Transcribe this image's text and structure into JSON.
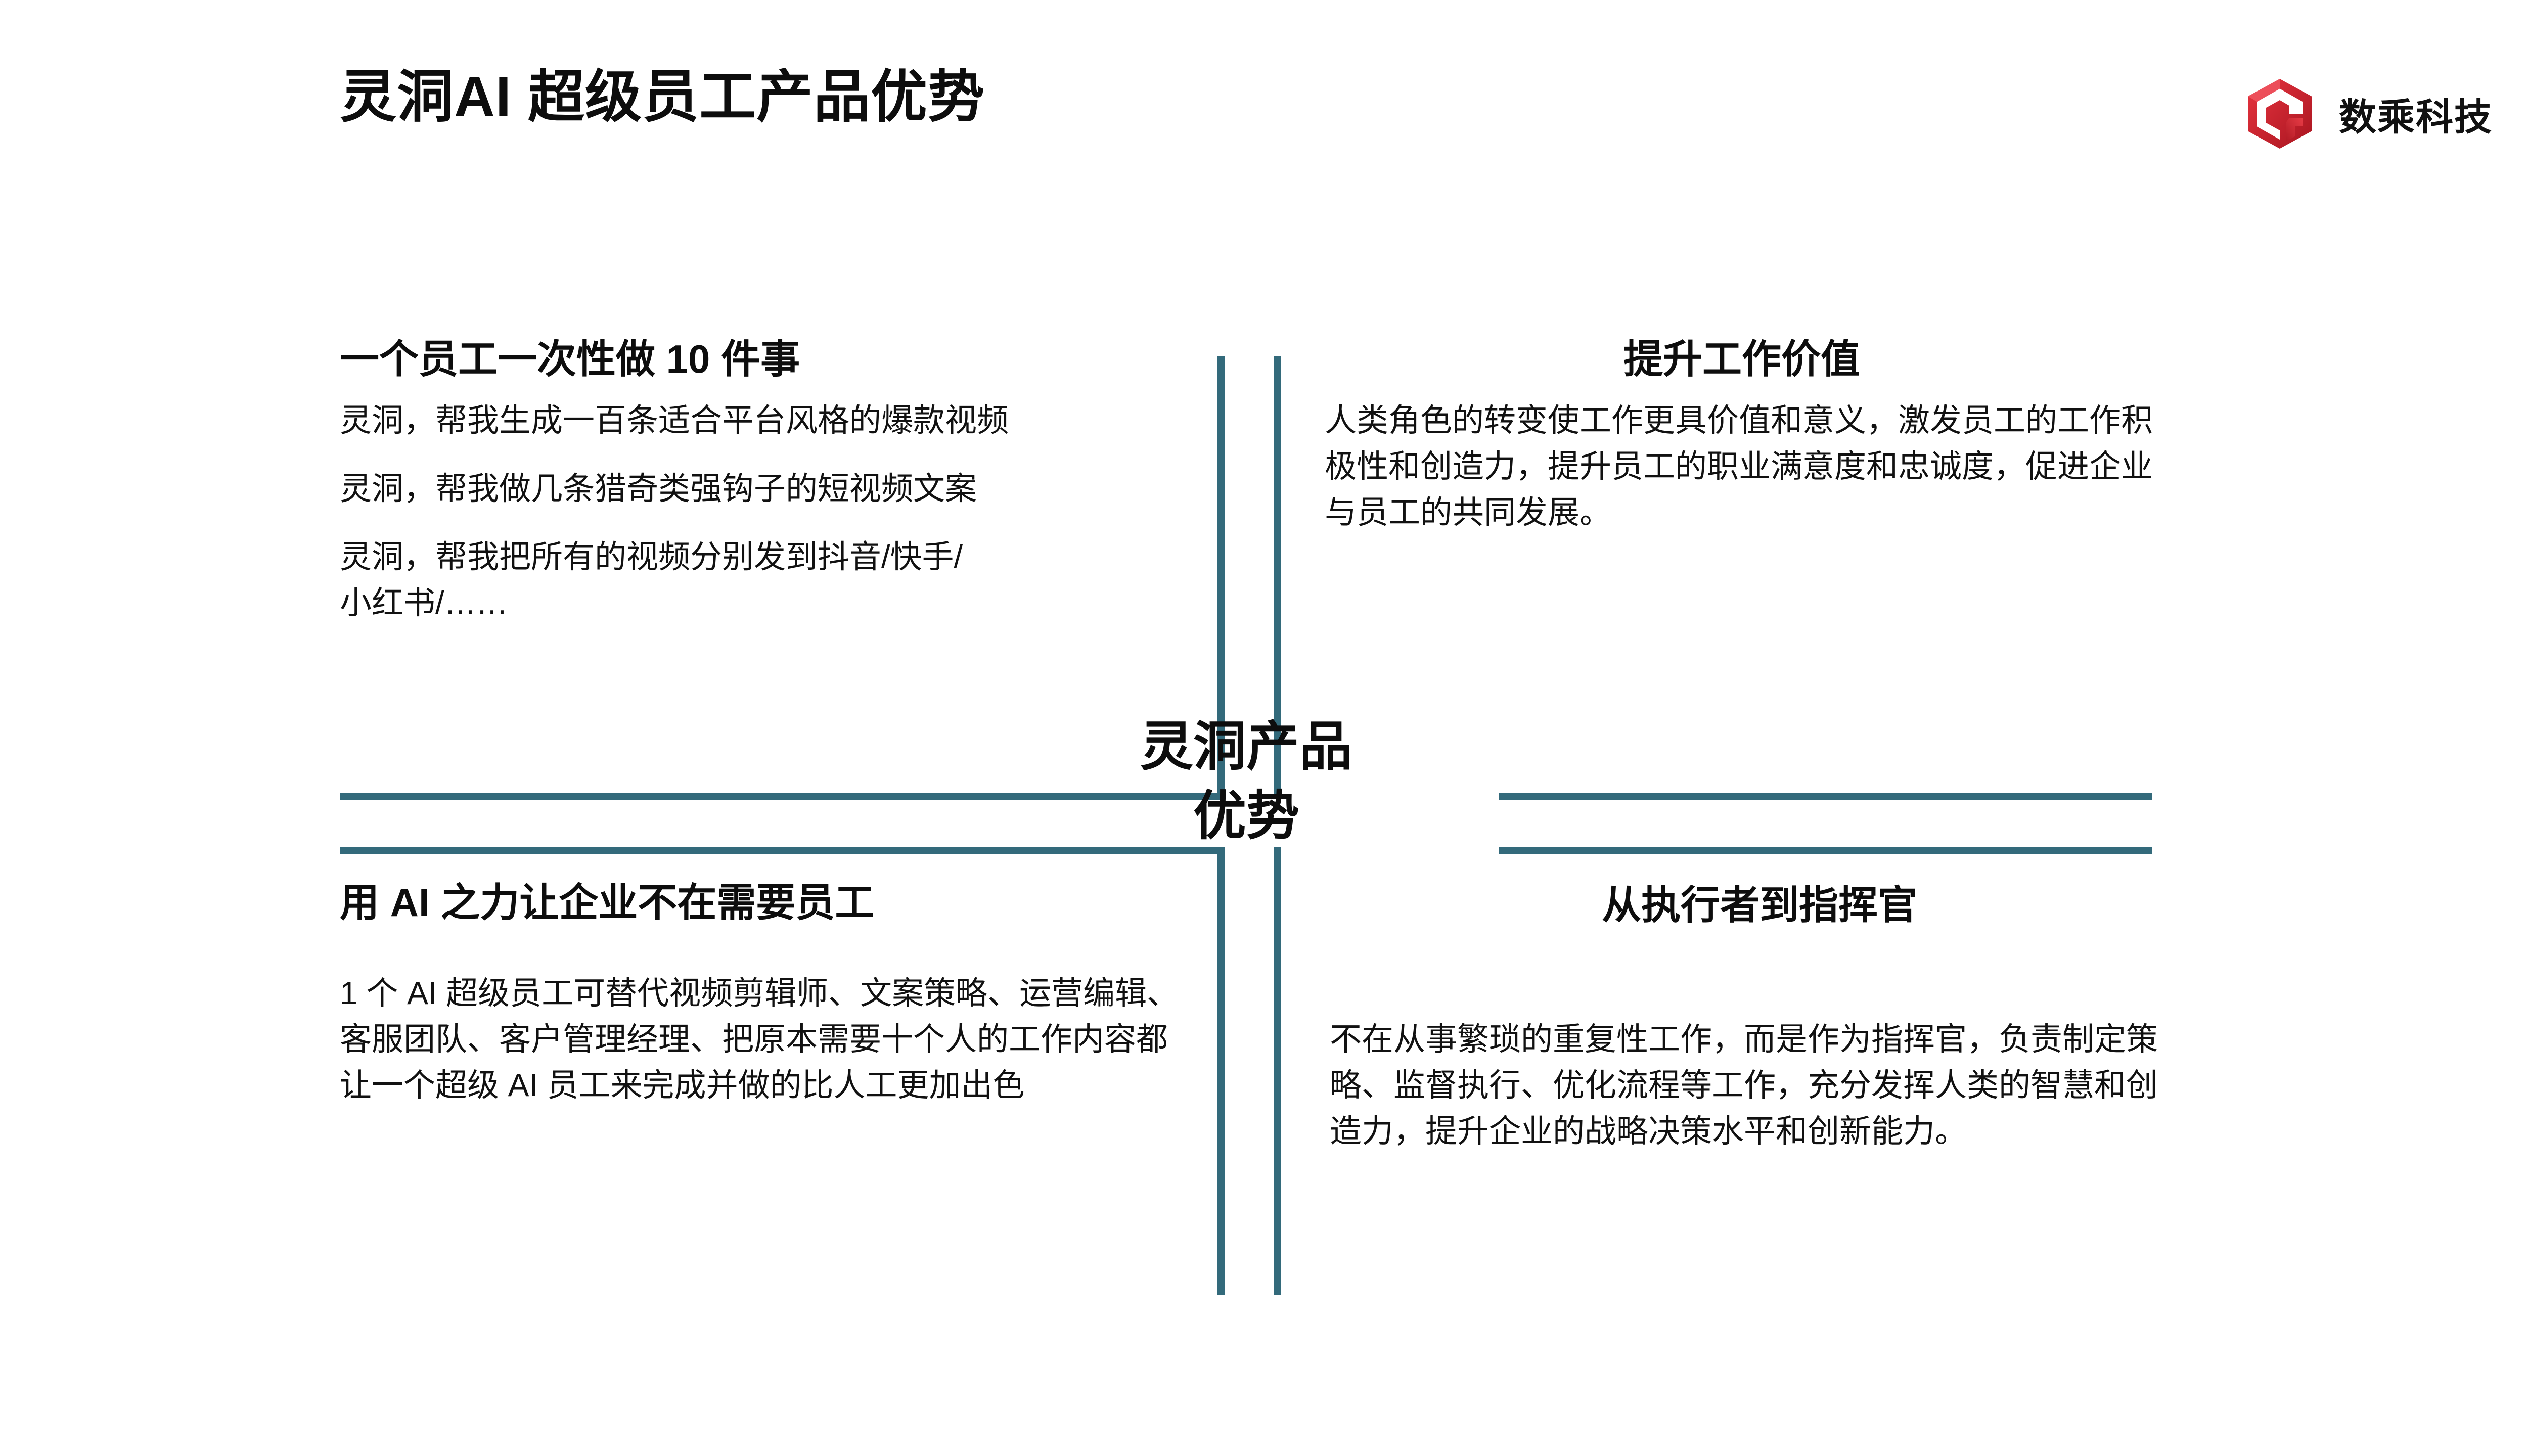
{
  "header": {
    "title": "灵洞AI 超级员工产品优势",
    "brand_name": "数乘科技",
    "brand_mark_icon": "cube-logo-icon"
  },
  "theme": {
    "line_color": "#336a7b",
    "brand_red": "#d0202b",
    "text_color": "#111111",
    "background": "#ffffff"
  },
  "center": {
    "line1": "灵洞产品",
    "line2": "优势"
  },
  "quadrants": {
    "top_left": {
      "heading": "一个员工一次性做 10 件事",
      "paragraphs": [
        "灵洞，帮我生成一百条适合平台风格的爆款视频",
        "灵洞，帮我做几条猎奇类强钩子的短视频文案",
        "灵洞，帮我把所有的视频分别发到抖音/快手/小红书/……"
      ]
    },
    "top_right": {
      "heading": "提升工作价值",
      "paragraphs": [
        "人类角色的转变使工作更具价值和意义，激发员工的工作积极性和创造力，提升员工的职业满意度和忠诚度，促进企业与员工的共同发展。"
      ]
    },
    "bottom_left": {
      "heading": "用 AI 之力让企业不在需要员工",
      "paragraphs": [
        "1 个 AI 超级员工可替代视频剪辑师、文案策略、运营编辑、客服团队、客户管理经理、把原本需要十个人的工作内容都让一个超级 AI 员工来完成并做的比人工更加出色"
      ]
    },
    "bottom_right": {
      "heading": "从执行者到指挥官",
      "paragraphs": [
        "不在从事繁琐的重复性工作，而是作为指挥官，负责制定策略、监督执行、优化流程等工作，充分发挥人类的智慧和创造力，提升企业的战略决策水平和创新能力。"
      ]
    }
  }
}
